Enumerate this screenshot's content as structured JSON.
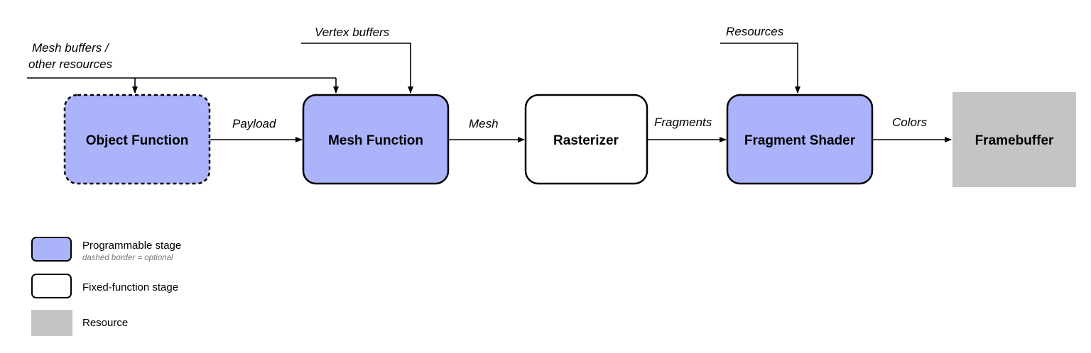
{
  "colors": {
    "programmable": "#abb3fb",
    "fixed": "#ffffff",
    "resource": "#c4c4c4",
    "stroke": "#000000"
  },
  "nodes": {
    "object_function": "Object Function",
    "mesh_function": "Mesh Function",
    "rasterizer": "Rasterizer",
    "fragment_shader": "Fragment Shader",
    "framebuffer": "Framebuffer"
  },
  "edges": {
    "payload": "Payload",
    "mesh": "Mesh",
    "fragments": "Fragments",
    "colors": "Colors"
  },
  "inputs": {
    "mesh_buffers_line1": "Mesh buffers /",
    "mesh_buffers_line2": "other resources",
    "vertex_buffers": "Vertex buffers",
    "resources": "Resources"
  },
  "legend": {
    "programmable": "Programmable stage",
    "programmable_note": "dashed border = optional",
    "fixed": "Fixed-function stage",
    "resource": "Resource"
  }
}
